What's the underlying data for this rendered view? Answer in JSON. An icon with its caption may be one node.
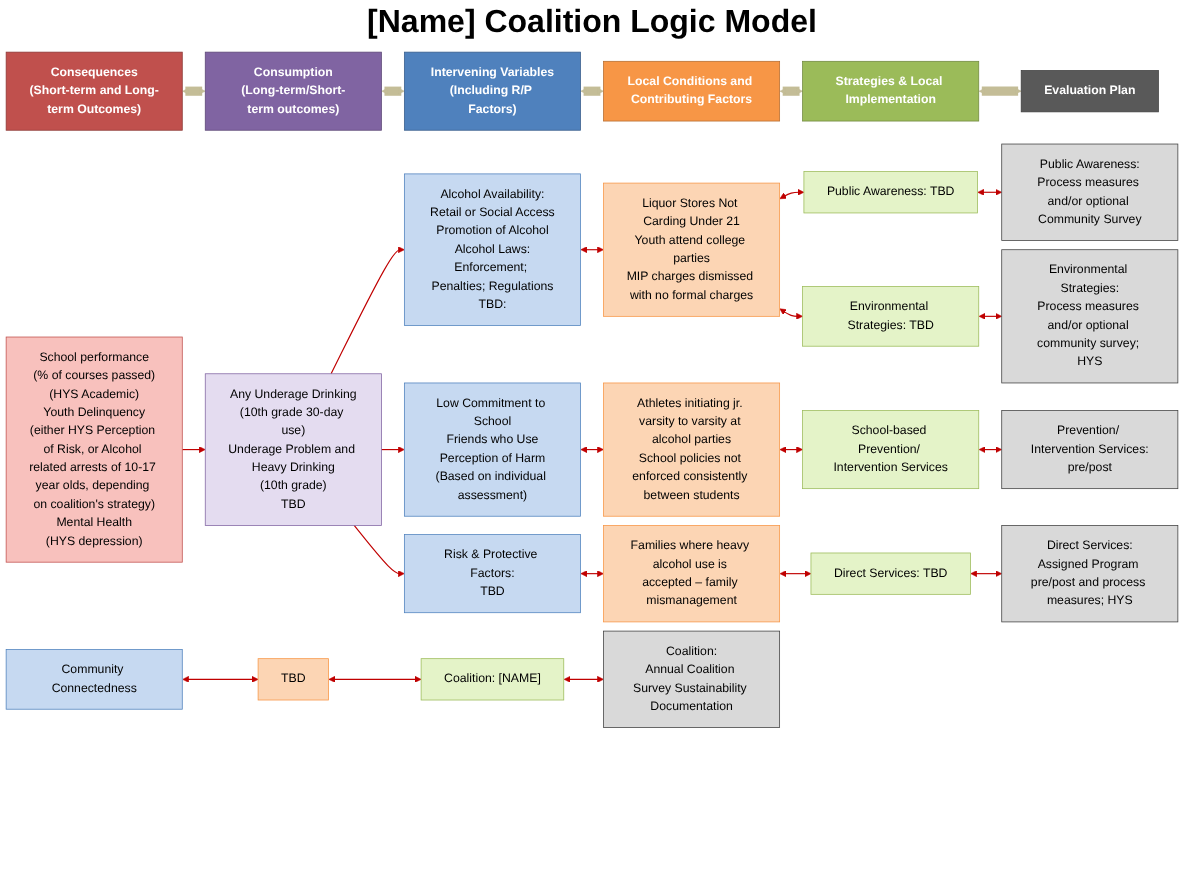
{
  "diagram": {
    "title": "[Name] Coalition Logic Model",
    "nodes": [
      {
        "text": [
          "Consequences",
          "(Short-term and Long-term Outcomes)"
        ]
      },
      {
        "text": [
          "Consumption",
          "(Long-term/Short-term outcomes)"
        ]
      },
      {
        "text": [
          "Intervening Variables",
          "(Including R/P Factors)"
        ]
      },
      {
        "text": [
          "Local Conditions and Contributing Factors"
        ]
      },
      {
        "text": [
          "Strategies & Local Implementation"
        ]
      },
      {
        "text": [
          "Evaluation Plan"
        ]
      },
      {
        "text": [
          "School performance",
          "(% of courses passed)",
          "(HYS Academic)",
          "Youth Delinquency",
          "(either HYS Perception of Risk, or Alcohol related arrests of 10-17 year olds, depending on coalition's strategy)",
          "Mental Health",
          "(HYS depression)"
        ]
      },
      {
        "text": [
          "Any Underage Drinking",
          "(10th grade 30-day use)",
          "Underage Problem and Heavy Drinking",
          "(10th grade)",
          "TBD"
        ]
      },
      {
        "text": [
          "Community Connectedness"
        ]
      },
      {
        "text": [
          "Alcohol Availability:",
          "Retail or Social Access",
          "Promotion of Alcohol",
          "Alcohol Laws:",
          "Enforcement; Penalties; Regulations",
          "TBD:"
        ]
      },
      {
        "text": [
          "Low Commitment to School",
          "Friends who Use",
          "Perception of Harm",
          "(Based on individual assessment)"
        ]
      },
      {
        "text": [
          "Risk & Protective Factors:",
          "TBD"
        ]
      },
      {
        "text": [
          "TBD"
        ]
      },
      {
        "text": [
          "Liquor Stores Not Carding Under 21",
          "Youth attend college parties",
          "MIP charges dismissed with no formal charges"
        ]
      },
      {
        "text": [
          "Athletes initiating jr. varsity to varsity at alcohol parties",
          "School policies not enforced consistently between students"
        ]
      },
      {
        "text": [
          "Families where heavy alcohol use is accepted – family mismanagement"
        ]
      },
      {
        "text": [
          "Coalition: [NAME]"
        ]
      },
      {
        "text": [
          "Public Awareness: TBD"
        ]
      },
      {
        "text": [
          "Environmental Strategies: TBD"
        ]
      },
      {
        "text": [
          "School-based Prevention/ Intervention Services"
        ]
      },
      {
        "text": [
          "Direct Services: TBD"
        ]
      },
      {
        "text": [
          "Coalition:",
          "Annual Coalition Survey Sustainability Documentation"
        ]
      },
      {
        "text": [
          "Public Awareness:",
          "Process measures and/or optional Community Survey"
        ]
      },
      {
        "text": [
          "Environmental Strategies:",
          "Process measures and/or optional community survey; HYS"
        ]
      },
      {
        "text": [
          "Prevention/ Intervention Services:",
          "pre/post"
        ]
      },
      {
        "text": [
          "Direct Services:",
          "Assigned Program pre/post and process measures; HYS"
        ]
      }
    ],
    "edges": [
      {
        "from": 0,
        "to": 1,
        "arrow": "both",
        "style": "thick",
        "color": "#c4bd97"
      },
      {
        "from": 1,
        "to": 2,
        "arrow": "both",
        "style": "thick",
        "color": "#c4bd97"
      },
      {
        "from": 2,
        "to": 3,
        "arrow": "both",
        "style": "thick",
        "color": "#c4bd97"
      },
      {
        "from": 3,
        "to": 4,
        "arrow": "both",
        "style": "thick",
        "color": "#c4bd97"
      },
      {
        "from": 4,
        "to": 5,
        "arrow": "both",
        "style": "thick",
        "color": "#c4bd97"
      },
      {
        "from": 6,
        "to": 7,
        "arrow": "to"
      },
      {
        "from": 7,
        "to": 9,
        "arrow": "to"
      },
      {
        "from": 7,
        "to": 10,
        "arrow": "to"
      },
      {
        "from": 7,
        "to": 11,
        "arrow": "to"
      },
      {
        "from": 8,
        "to": 12,
        "arrow": "both"
      },
      {
        "from": 9,
        "to": 13,
        "arrow": "both"
      },
      {
        "from": 10,
        "to": 14,
        "arrow": "both"
      },
      {
        "from": 11,
        "to": 15,
        "arrow": "both"
      },
      {
        "from": 12,
        "to": 16,
        "arrow": "both"
      },
      {
        "from": 13,
        "to": 17,
        "arrow": "both"
      },
      {
        "from": 13,
        "to": 18,
        "arrow": "both"
      },
      {
        "from": 14,
        "to": 19,
        "arrow": "both"
      },
      {
        "from": 15,
        "to": 20,
        "arrow": "both"
      },
      {
        "from": 16,
        "to": 21,
        "arrow": "both"
      },
      {
        "from": 17,
        "to": 22,
        "arrow": "both"
      },
      {
        "from": 18,
        "to": 23,
        "arrow": "both"
      },
      {
        "from": 19,
        "to": 24,
        "arrow": "both"
      },
      {
        "from": 20,
        "to": 25,
        "arrow": "both"
      }
    ]
  }
}
